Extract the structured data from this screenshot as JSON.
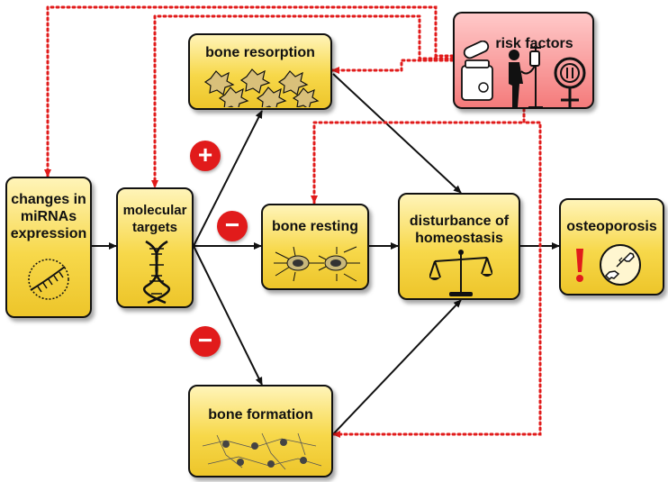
{
  "nodes": {
    "mirna": "changes in\nmiRNAs\nexpression",
    "targets": "molecular\ntargets",
    "resorption": "bone resorption",
    "resting": "bone resting",
    "formation": "bone formation",
    "disturbance": "disturbance of\nhomeostasis",
    "osteoporosis": "osteoporosis",
    "risk": "risk factors"
  },
  "signs": {
    "resorption": "+",
    "resting": "−",
    "formation": "−"
  },
  "colors": {
    "box_fill": "#f7d84a",
    "risk_fill": "#f47b7b",
    "dotted_arrow": "#e11b1b",
    "solid_arrow": "#111111",
    "sign_fill": "#e11b1b"
  },
  "icons": [
    "ribosome-icon",
    "dna-helix-icon",
    "osteoclast-icon",
    "osteocyte-icon",
    "osteoblast-icon",
    "balance-scale-icon",
    "broken-bone-icon",
    "exclamation-icon",
    "pills-icon",
    "iv-patient-icon",
    "female-symbol-icon"
  ]
}
